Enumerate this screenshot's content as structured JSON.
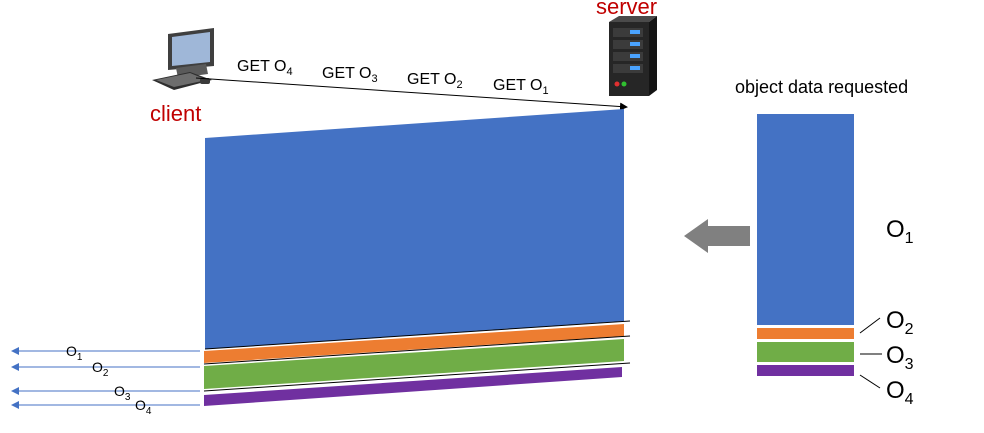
{
  "client": {
    "label": "client"
  },
  "server": {
    "label": "server"
  },
  "requests": [
    {
      "prefix": "GET O",
      "sub": "4"
    },
    {
      "prefix": "GET O",
      "sub": "3"
    },
    {
      "prefix": "GET O",
      "sub": "2"
    },
    {
      "prefix": "GET O",
      "sub": "1"
    }
  ],
  "legend": {
    "title": "object data requested",
    "items": [
      {
        "base": "O",
        "sub": "1",
        "color": "#4472c4"
      },
      {
        "base": "O",
        "sub": "2",
        "color": "#ed7d31"
      },
      {
        "base": "O",
        "sub": "3",
        "color": "#70ad47"
      },
      {
        "base": "O",
        "sub": "4",
        "color": "#7030a0"
      }
    ]
  },
  "responses": [
    {
      "base": "O",
      "sub": "1"
    },
    {
      "base": "O",
      "sub": "2"
    },
    {
      "base": "O",
      "sub": "3"
    },
    {
      "base": "O",
      "sub": "4"
    }
  ],
  "colors": {
    "arrow": "#808080",
    "response_arrow": "#4472c4",
    "label_red": "#c00000"
  }
}
